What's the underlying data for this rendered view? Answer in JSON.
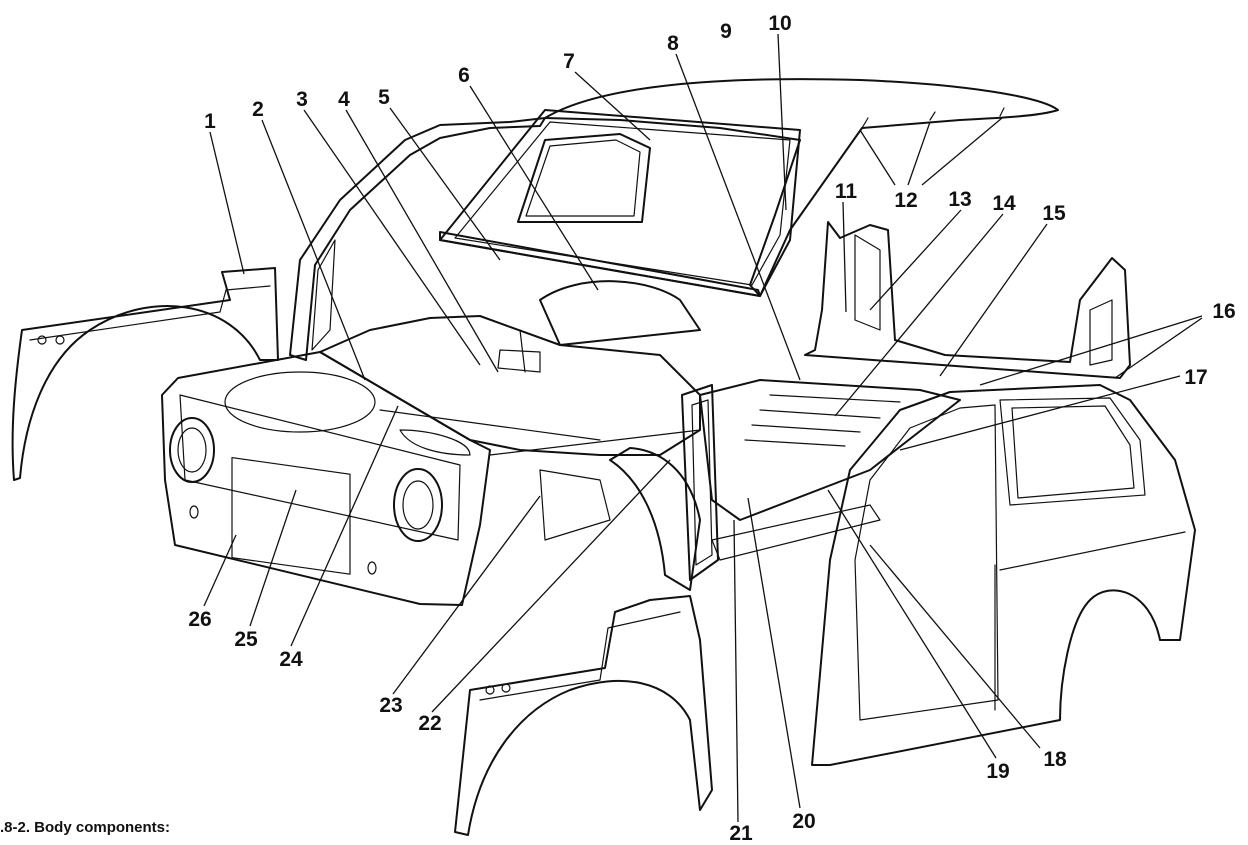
{
  "figure": {
    "caption": ".8-2. Body components:",
    "labels": [
      "1",
      "2",
      "3",
      "4",
      "5",
      "6",
      "7",
      "8",
      "9",
      "10",
      "11",
      "12",
      "13",
      "14",
      "15",
      "16",
      "17",
      "18",
      "19",
      "20",
      "21",
      "22",
      "23",
      "24",
      "25",
      "26"
    ]
  }
}
